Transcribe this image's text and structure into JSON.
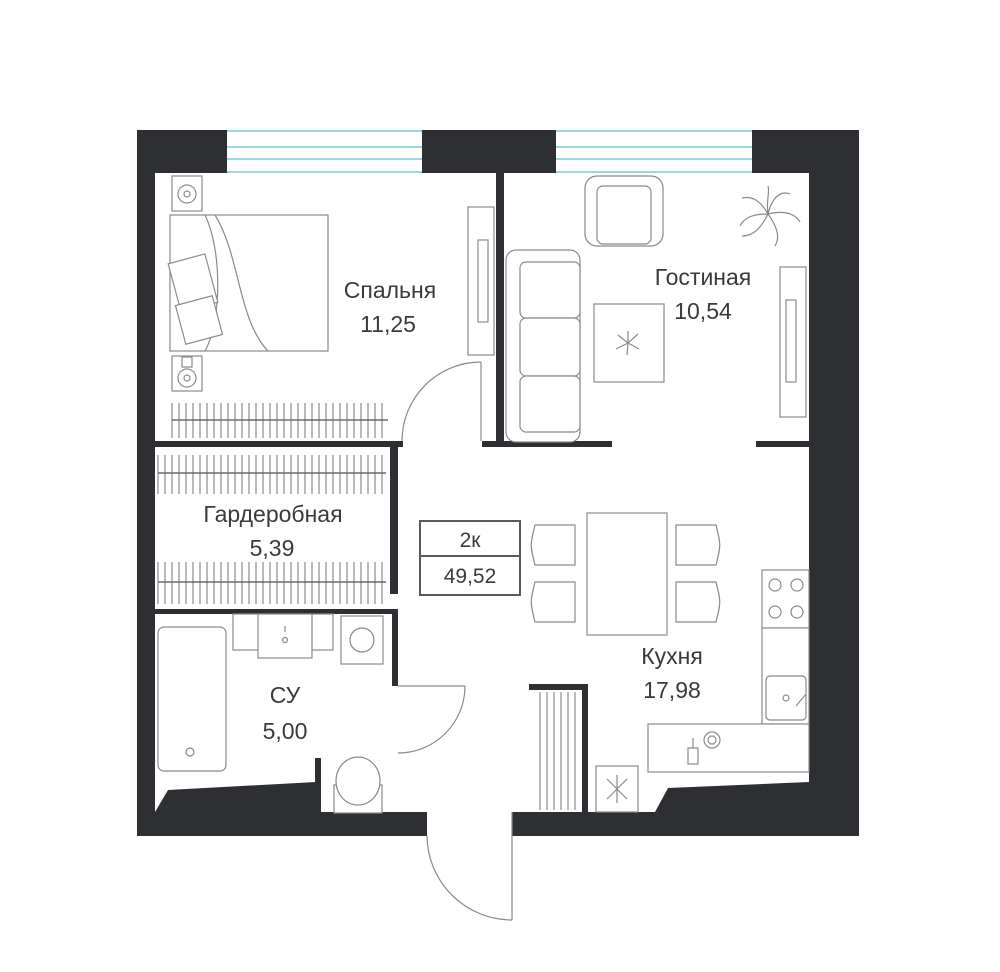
{
  "rooms": {
    "bedroom": {
      "name": "Спальня",
      "area": "11,25"
    },
    "living": {
      "name": "Гостиная",
      "area": "10,54"
    },
    "wardrobe": {
      "name": "Гардеробная",
      "area": "5,39"
    },
    "bathroom": {
      "name": "СУ",
      "area": "5,00"
    },
    "kitchen": {
      "name": "Кухня",
      "area": "17,98"
    }
  },
  "summary": {
    "type": "2к",
    "total_area": "49,52"
  },
  "colors": {
    "wall": "#2d2f33",
    "window": "#7cc8d8",
    "lines": "#8a8a8a"
  }
}
